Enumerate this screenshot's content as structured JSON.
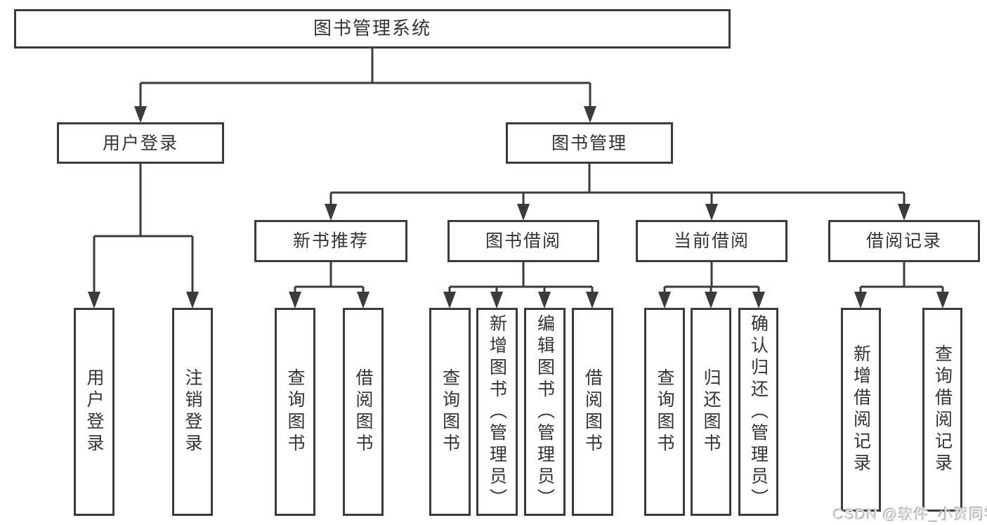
{
  "tree": {
    "root": {
      "label": "图书管理系统"
    },
    "branches": [
      {
        "label": "用户登录",
        "children": [
          {
            "label": "用户登录"
          },
          {
            "label": "注销登录"
          }
        ]
      },
      {
        "label": "图书管理",
        "children": [
          {
            "label": "新书推荐",
            "children": [
              {
                "label": "查询图书"
              },
              {
                "label": "借阅图书"
              }
            ]
          },
          {
            "label": "图书借阅",
            "children": [
              {
                "label": "查询图书"
              },
              {
                "label": "新增图书（管理员）"
              },
              {
                "label": "编辑图书（管理员）"
              },
              {
                "label": "借阅图书"
              }
            ]
          },
          {
            "label": "当前借阅",
            "children": [
              {
                "label": "查询图书"
              },
              {
                "label": "归还图书"
              },
              {
                "label": "确认归还（管理员）"
              }
            ]
          },
          {
            "label": "借阅记录",
            "children": [
              {
                "label": "新增借阅记录"
              },
              {
                "label": "查询借阅记录"
              }
            ]
          }
        ]
      }
    ]
  },
  "watermark": {
    "text": "CSDN @软件_小贺同学"
  },
  "colors": {
    "line": "#3b3b3b",
    "text": "#333333",
    "background": "#ffffff"
  }
}
